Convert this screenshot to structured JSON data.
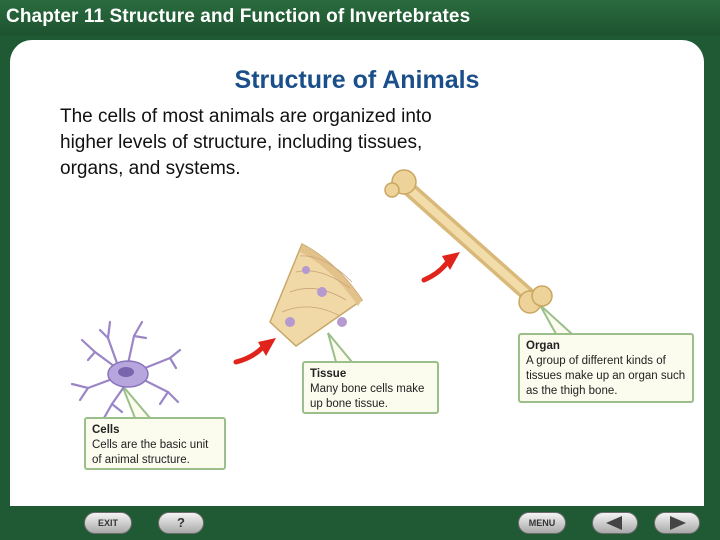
{
  "header": {
    "chapter_title": "Chapter 11  Structure and Function of Invertebrates"
  },
  "slide": {
    "heading": "Structure of Animals",
    "body": "The cells of most animals are organized into higher levels of structure, including tissues, organs, and systems."
  },
  "callouts": {
    "cells": {
      "title": "Cells",
      "text": "Cells are the basic unit of animal structure."
    },
    "tissue": {
      "title": "Tissue",
      "text": "Many bone cells make up bone tissue."
    },
    "organ": {
      "title": "Organ",
      "text": "A group of different kinds of tissues make up an organ such as the thigh bone."
    }
  },
  "nav": {
    "exit_label": "EXIT",
    "help_label": "?",
    "menu_label": "MENU",
    "prev_icon": "left-arrow-icon",
    "next_icon": "right-arrow-icon"
  },
  "colors": {
    "frame_green": "#1f5a34",
    "heading_blue": "#1b4f8a",
    "arrow_red": "#e0241b",
    "callout_border": "#9bbf8a",
    "callout_fill": "#fbfbee"
  }
}
